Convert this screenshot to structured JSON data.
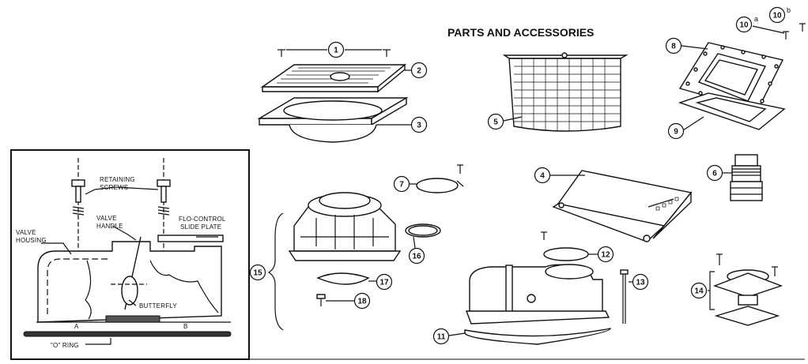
{
  "title": "PARTS AND ACCESSORIES",
  "callouts": [
    {
      "number": "1"
    },
    {
      "number": "2"
    },
    {
      "number": "3"
    },
    {
      "number": "4"
    },
    {
      "number": "5"
    },
    {
      "number": "6"
    },
    {
      "number": "7"
    },
    {
      "number": "8"
    },
    {
      "number": "9"
    },
    {
      "number": "10",
      "sub": "a"
    },
    {
      "number": "10",
      "sub": "b"
    },
    {
      "number": "11"
    },
    {
      "number": "12"
    },
    {
      "number": "13"
    },
    {
      "number": "14"
    },
    {
      "number": "15"
    },
    {
      "number": "16"
    },
    {
      "number": "17"
    },
    {
      "number": "18"
    }
  ],
  "inset": {
    "labels": {
      "retaining_screws_1": "RETAINING",
      "retaining_screws_2": "SCREWS",
      "valve_handle_1": "VALVE",
      "valve_handle_2": "HANDLE",
      "valve_housing_1": "VALVE",
      "valve_housing_2": "HOUSING",
      "flo_control_1": "FLO-CONTROL",
      "flo_control_2": "SLIDE PLATE",
      "butterfly": "BUTTERFLY",
      "a": "A",
      "b": "B",
      "o_ring": "\"O\" RING"
    }
  }
}
